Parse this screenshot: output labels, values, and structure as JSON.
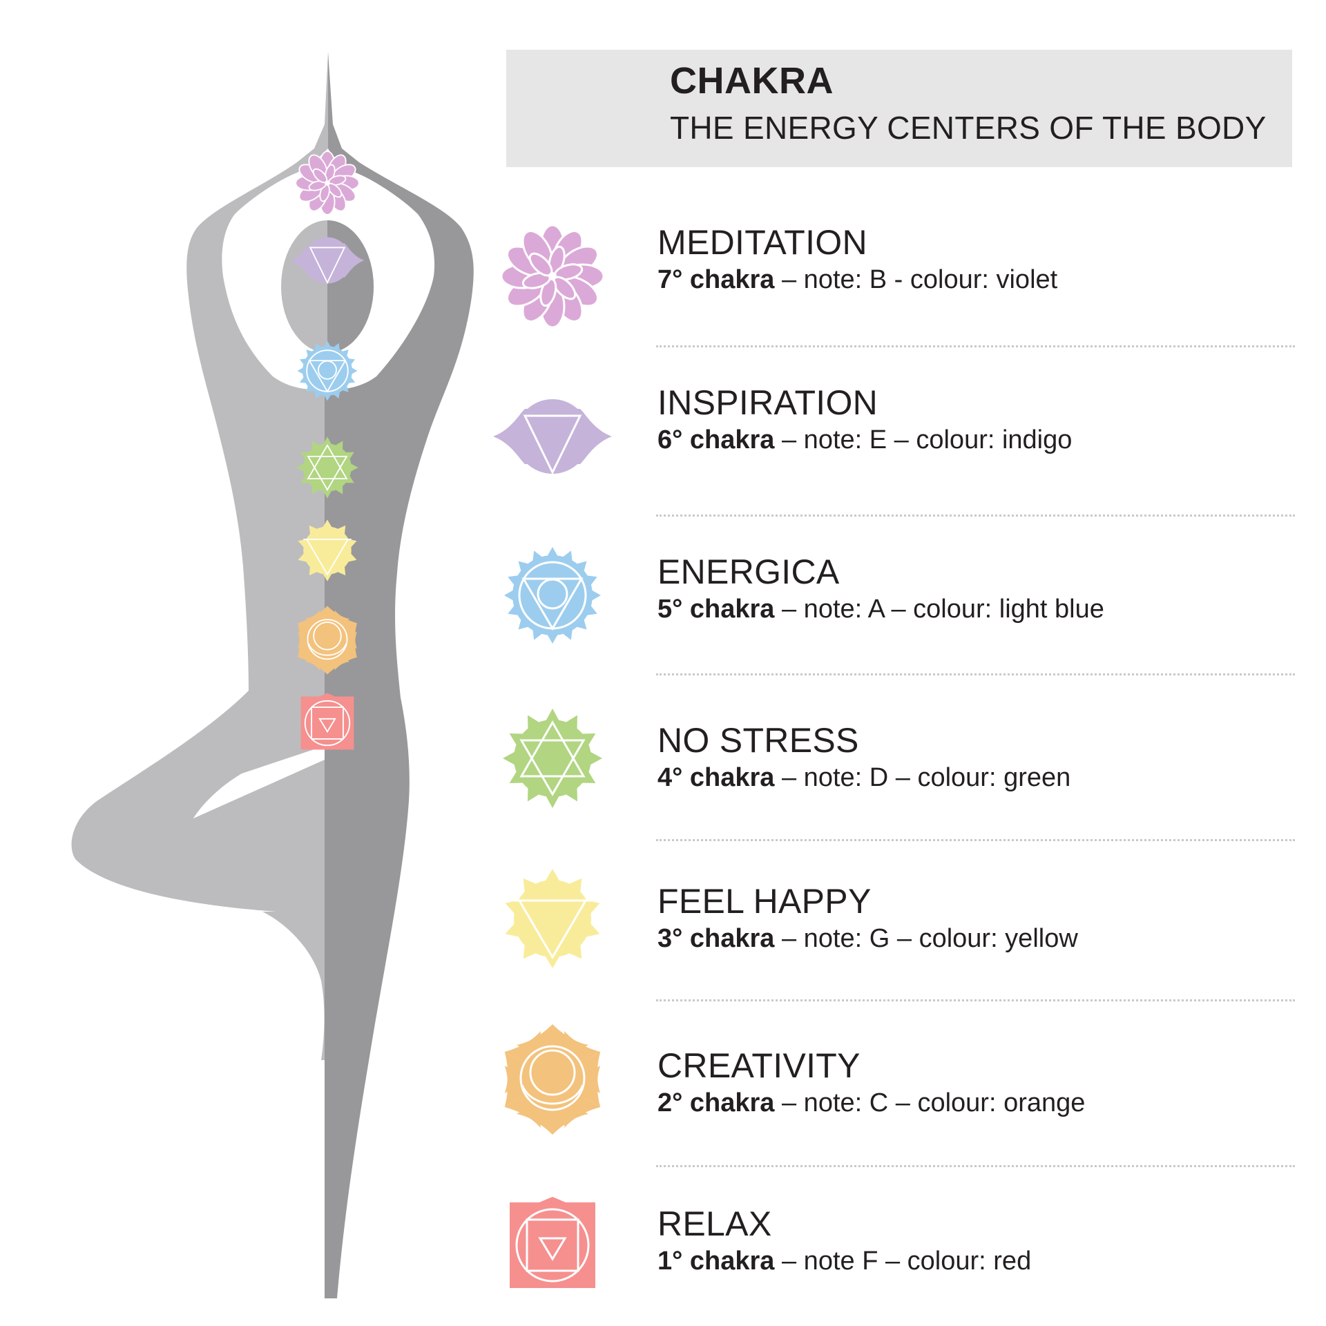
{
  "header": {
    "title": "CHAKRA",
    "subtitle": "THE ENERGY CENTERS OF THE BODY"
  },
  "colors": {
    "violet": "#dba9d7",
    "indigo": "#c5b3da",
    "light_blue": "#9ccdee",
    "green": "#b1d581",
    "yellow": "#f8ec9a",
    "orange": "#f3c27d",
    "red": "#f5908f",
    "figure_light": "#bcbcbe",
    "figure_dark": "#98989b",
    "header_bg": "#e6e6e7"
  },
  "chakras": [
    {
      "name": "MEDITATION",
      "number": "7° chakra",
      "detail": "  – note: B - colour: violet",
      "icon": "crown-lotus-icon"
    },
    {
      "name": "INSPIRATION",
      "number": "6° chakra",
      "detail": "  – note: E – colour: indigo",
      "icon": "third-eye-icon"
    },
    {
      "name": "ENERGICA",
      "number": "5° chakra",
      "detail": "  – note: A – colour: light blue",
      "icon": "throat-chakra-icon"
    },
    {
      "name": "NO STRESS",
      "number": "4° chakra",
      "detail": " – note: D – colour: green",
      "icon": "heart-chakra-icon"
    },
    {
      "name": "FEEL HAPPY",
      "number": "3° chakra",
      "detail": " – note: G – colour: yellow",
      "icon": "solar-plexus-icon"
    },
    {
      "name": "CREATIVITY",
      "number": "2° chakra",
      "detail": " – note: C – colour: orange",
      "icon": "sacral-chakra-icon"
    },
    {
      "name": "RELAX",
      "number": "1° chakra",
      "detail": " – note F – colour: red",
      "icon": "root-chakra-icon"
    }
  ]
}
